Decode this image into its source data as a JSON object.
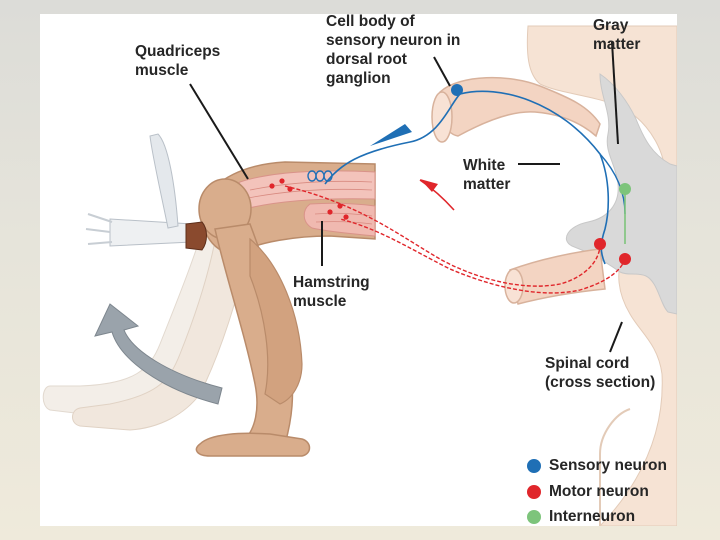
{
  "labels": {
    "quadriceps": "Quadriceps\nmuscle",
    "cell_body": "Cell body of\nsensory neuron in\ndorsal root\nganglion",
    "gray_matter": "Gray\nmatter",
    "white_matter": "White\nmatter",
    "hamstring": "Hamstring\nmuscle",
    "spinal_cord": "Spinal cord\n(cross section)"
  },
  "legend": [
    {
      "label": "Sensory neuron",
      "color": "#1f6fb5"
    },
    {
      "label": "Motor neuron",
      "color": "#e0262b"
    },
    {
      "label": "Interneuron",
      "color": "#7dc47b"
    }
  ],
  "colors": {
    "sensory": "#1f6fb5",
    "motor": "#e0262b",
    "interneuron": "#7dc47b",
    "white_matter": "#f6e3d4",
    "gray_matter": "#d9d9d9",
    "skin": "#d9ad8c",
    "muscle": "#f3c3bb",
    "hammer": "#8a4a2e",
    "motion_arrow": "#9aa3ab"
  },
  "icons": [
    "reflex-hammer-icon",
    "motion-arrow-icon"
  ]
}
